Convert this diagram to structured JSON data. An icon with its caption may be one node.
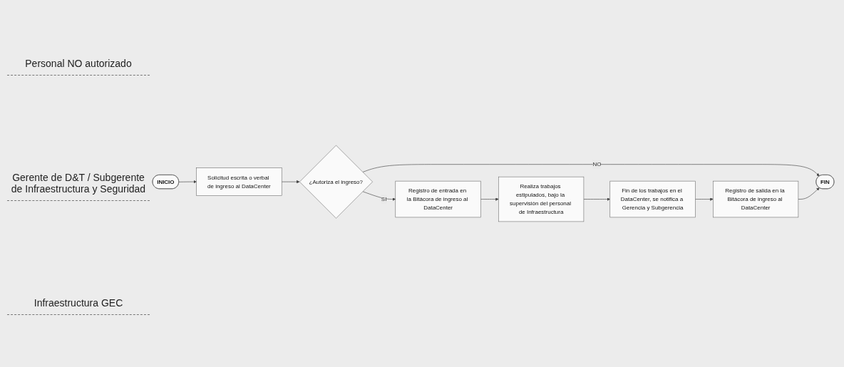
{
  "diagram": {
    "nodes": [
      {
        "text": [
          "INICIO"
        ]
      },
      {
        "text": [
          "FIN"
        ]
      },
      {
        "text": [
          "Solicitud escrita o verbal de ingreso al DataCenter"
        ]
      },
      {
        "text": [
          "Realiza trabajos estipulados, bajo la supervisión del personal de Infraestructura"
        ]
      },
      {
        "text": [
          "Fin de los trabajos en el DataCenter, se notifica a Gerencia y Subgerencia"
        ]
      },
      {
        "text": [
          "¿Autoriza el ingreso?"
        ]
      },
      {
        "text": [
          "Registro de entrada en la Bitácora de ingreso al DataCenter"
        ]
      },
      {
        "text": [
          "Registro de salida en la Bitácora de ingreso al DataCenter"
        ]
      }
    ],
    "edges": [
      {
        "from": 0,
        "to": 2,
        "arrow": "to"
      },
      {
        "from": 2,
        "to": 5,
        "arrow": "to"
      },
      {
        "from": 5,
        "to": 1,
        "arrow": "to",
        "label": "NO"
      },
      {
        "from": 5,
        "to": 6,
        "arrow": "to",
        "label": "SI"
      },
      {
        "from": 6,
        "to": 3,
        "arrow": "to"
      },
      {
        "from": 3,
        "to": 4,
        "arrow": "to"
      },
      {
        "from": 4,
        "to": 7,
        "arrow": "to"
      },
      {
        "from": 7,
        "to": 1,
        "arrow": "to"
      }
    ],
    "labels": [
      "Personal NO autorizado",
      "Gerente de D&T / Subgerente de Infraestructura y Seguridad",
      "Infraestructura GEC"
    ]
  }
}
